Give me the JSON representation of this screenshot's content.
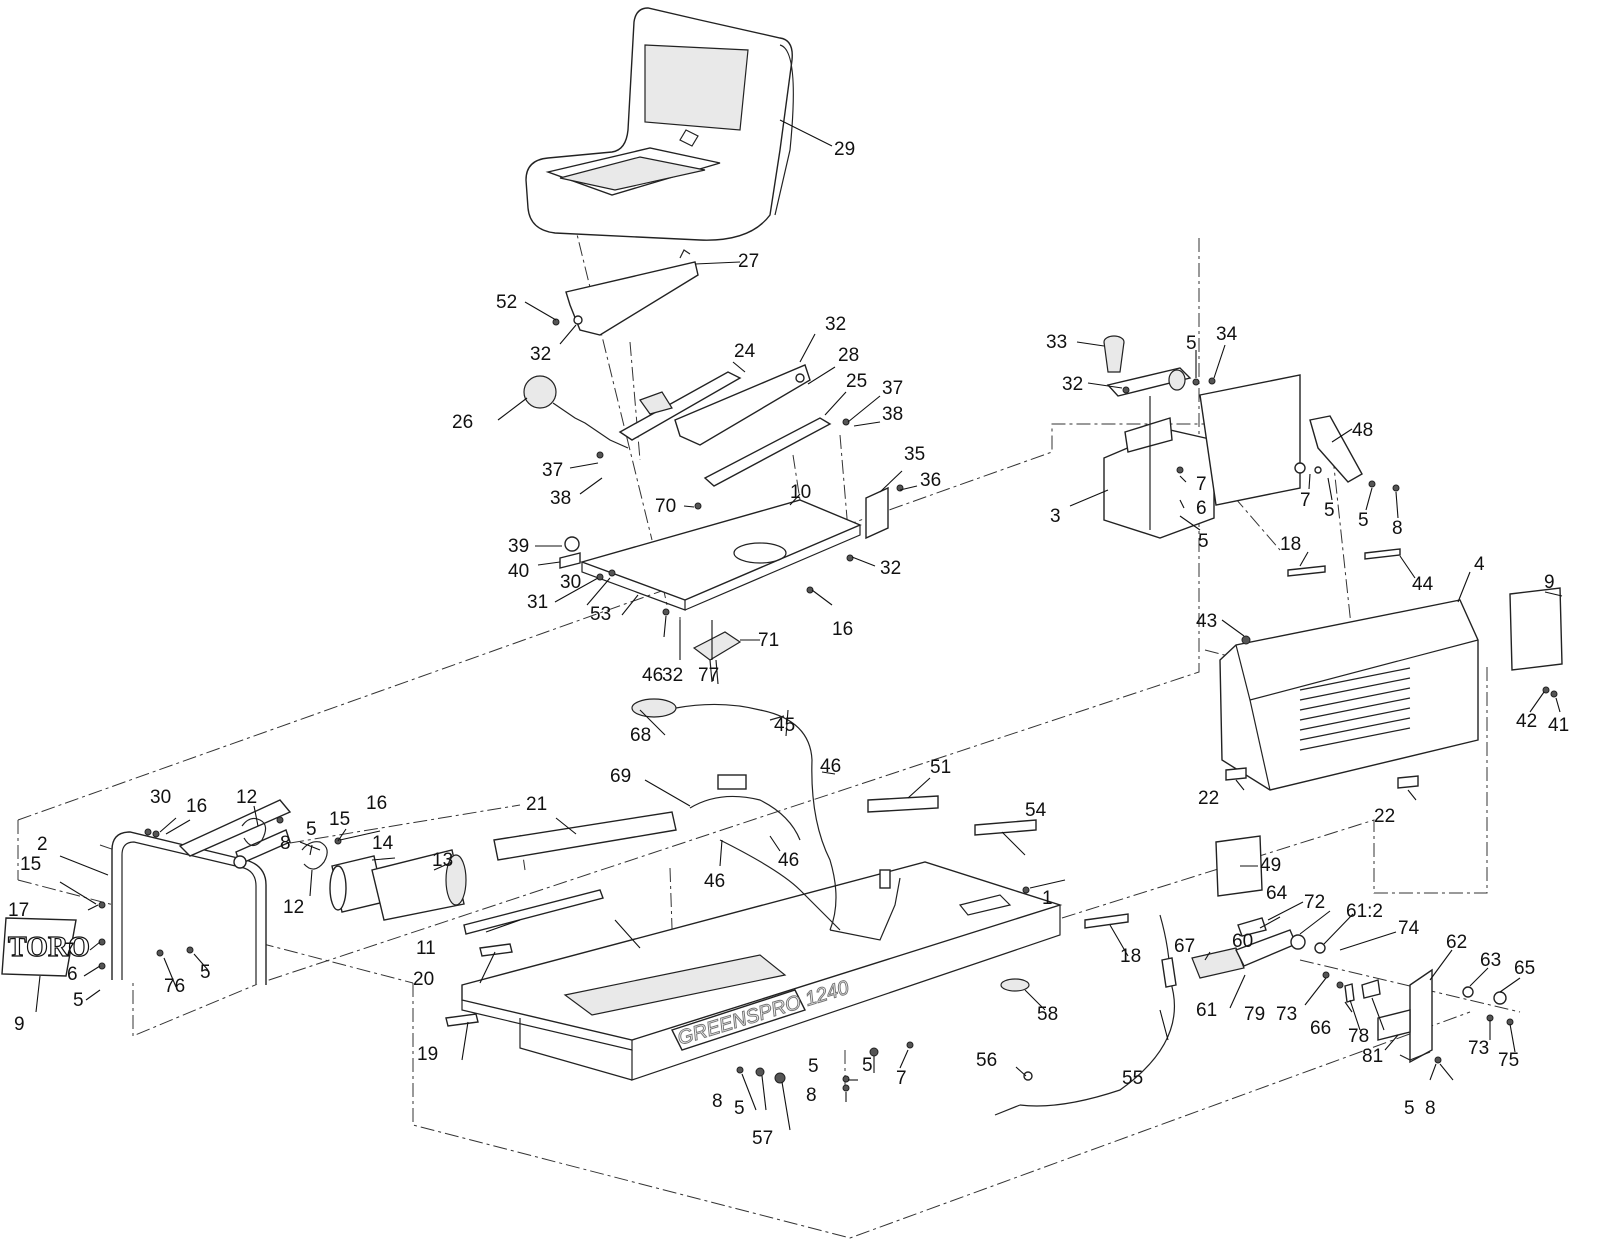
{
  "logo_text": "TORO",
  "decal_text": "GREENSPRO 1240",
  "callouts": [
    {
      "id": "c1",
      "text": "1"
    },
    {
      "id": "c2",
      "text": "2"
    },
    {
      "id": "c3",
      "text": "3"
    },
    {
      "id": "c4",
      "text": "4"
    },
    {
      "id": "c5a",
      "text": "5"
    },
    {
      "id": "c5b",
      "text": "5"
    },
    {
      "id": "c5c",
      "text": "5"
    },
    {
      "id": "c5d",
      "text": "5"
    },
    {
      "id": "c5e",
      "text": "5"
    },
    {
      "id": "c5f",
      "text": "5"
    },
    {
      "id": "c5g",
      "text": "5"
    },
    {
      "id": "c5h",
      "text": "5"
    },
    {
      "id": "c5i",
      "text": "5"
    },
    {
      "id": "c5j",
      "text": "5"
    },
    {
      "id": "c5k",
      "text": "5"
    },
    {
      "id": "c6a",
      "text": "6"
    },
    {
      "id": "c6b",
      "text": "6"
    },
    {
      "id": "c7a",
      "text": "7"
    },
    {
      "id": "c7b",
      "text": "7"
    },
    {
      "id": "c7c",
      "text": "7"
    },
    {
      "id": "c7d",
      "text": "7"
    },
    {
      "id": "c8a",
      "text": "8"
    },
    {
      "id": "c8b",
      "text": "8"
    },
    {
      "id": "c8c",
      "text": "8"
    },
    {
      "id": "c8d",
      "text": "8"
    },
    {
      "id": "c8e",
      "text": "8"
    },
    {
      "id": "c9a",
      "text": "9"
    },
    {
      "id": "c9b",
      "text": "9"
    },
    {
      "id": "c10",
      "text": "10"
    },
    {
      "id": "c11",
      "text": "11"
    },
    {
      "id": "c12a",
      "text": "12"
    },
    {
      "id": "c12b",
      "text": "12"
    },
    {
      "id": "c13",
      "text": "13"
    },
    {
      "id": "c14",
      "text": "14"
    },
    {
      "id": "c15a",
      "text": "15"
    },
    {
      "id": "c15b",
      "text": "15"
    },
    {
      "id": "c16a",
      "text": "16"
    },
    {
      "id": "c16b",
      "text": "16"
    },
    {
      "id": "c16c",
      "text": "16"
    },
    {
      "id": "c17",
      "text": "17"
    },
    {
      "id": "c18a",
      "text": "18"
    },
    {
      "id": "c18b",
      "text": "18"
    },
    {
      "id": "c19",
      "text": "19"
    },
    {
      "id": "c20",
      "text": "20"
    },
    {
      "id": "c21",
      "text": "21"
    },
    {
      "id": "c22a",
      "text": "22"
    },
    {
      "id": "c22b",
      "text": "22"
    },
    {
      "id": "c24",
      "text": "24"
    },
    {
      "id": "c25",
      "text": "25"
    },
    {
      "id": "c26",
      "text": "26"
    },
    {
      "id": "c27",
      "text": "27"
    },
    {
      "id": "c28",
      "text": "28"
    },
    {
      "id": "c29",
      "text": "29"
    },
    {
      "id": "c30a",
      "text": "30"
    },
    {
      "id": "c30b",
      "text": "30"
    },
    {
      "id": "c31",
      "text": "31"
    },
    {
      "id": "c32a",
      "text": "32"
    },
    {
      "id": "c32b",
      "text": "32"
    },
    {
      "id": "c32c",
      "text": "32"
    },
    {
      "id": "c32d",
      "text": "32"
    },
    {
      "id": "c32e",
      "text": "32"
    },
    {
      "id": "c33",
      "text": "33"
    },
    {
      "id": "c34",
      "text": "34"
    },
    {
      "id": "c35",
      "text": "35"
    },
    {
      "id": "c36",
      "text": "36"
    },
    {
      "id": "c37a",
      "text": "37"
    },
    {
      "id": "c37b",
      "text": "37"
    },
    {
      "id": "c38a",
      "text": "38"
    },
    {
      "id": "c38b",
      "text": "38"
    },
    {
      "id": "c39",
      "text": "39"
    },
    {
      "id": "c40",
      "text": "40"
    },
    {
      "id": "c41",
      "text": "41"
    },
    {
      "id": "c42",
      "text": "42"
    },
    {
      "id": "c43",
      "text": "43"
    },
    {
      "id": "c44",
      "text": "44"
    },
    {
      "id": "c45",
      "text": "45"
    },
    {
      "id": "c46a",
      "text": "46"
    },
    {
      "id": "c46b",
      "text": "46"
    },
    {
      "id": "c46c",
      "text": "46"
    },
    {
      "id": "c46d",
      "text": "46"
    },
    {
      "id": "c48",
      "text": "48"
    },
    {
      "id": "c49",
      "text": "49"
    },
    {
      "id": "c51",
      "text": "51"
    },
    {
      "id": "c52",
      "text": "52"
    },
    {
      "id": "c53",
      "text": "53"
    },
    {
      "id": "c54",
      "text": "54"
    },
    {
      "id": "c55",
      "text": "55"
    },
    {
      "id": "c56",
      "text": "56"
    },
    {
      "id": "c57",
      "text": "57"
    },
    {
      "id": "c58",
      "text": "58"
    },
    {
      "id": "c60",
      "text": "60"
    },
    {
      "id": "c61",
      "text": "61"
    },
    {
      "id": "c61_2",
      "text": "61:2"
    },
    {
      "id": "c62",
      "text": "62"
    },
    {
      "id": "c63",
      "text": "63"
    },
    {
      "id": "c64",
      "text": "64"
    },
    {
      "id": "c65",
      "text": "65"
    },
    {
      "id": "c66",
      "text": "66"
    },
    {
      "id": "c67",
      "text": "67"
    },
    {
      "id": "c68",
      "text": "68"
    },
    {
      "id": "c69",
      "text": "69"
    },
    {
      "id": "c70",
      "text": "70"
    },
    {
      "id": "c71",
      "text": "71"
    },
    {
      "id": "c72",
      "text": "72"
    },
    {
      "id": "c73a",
      "text": "73"
    },
    {
      "id": "c73b",
      "text": "73"
    },
    {
      "id": "c74",
      "text": "74"
    },
    {
      "id": "c75",
      "text": "75"
    },
    {
      "id": "c76",
      "text": "76"
    },
    {
      "id": "c77",
      "text": "77"
    },
    {
      "id": "c78",
      "text": "78"
    },
    {
      "id": "c79",
      "text": "79"
    },
    {
      "id": "c81",
      "text": "81"
    }
  ]
}
